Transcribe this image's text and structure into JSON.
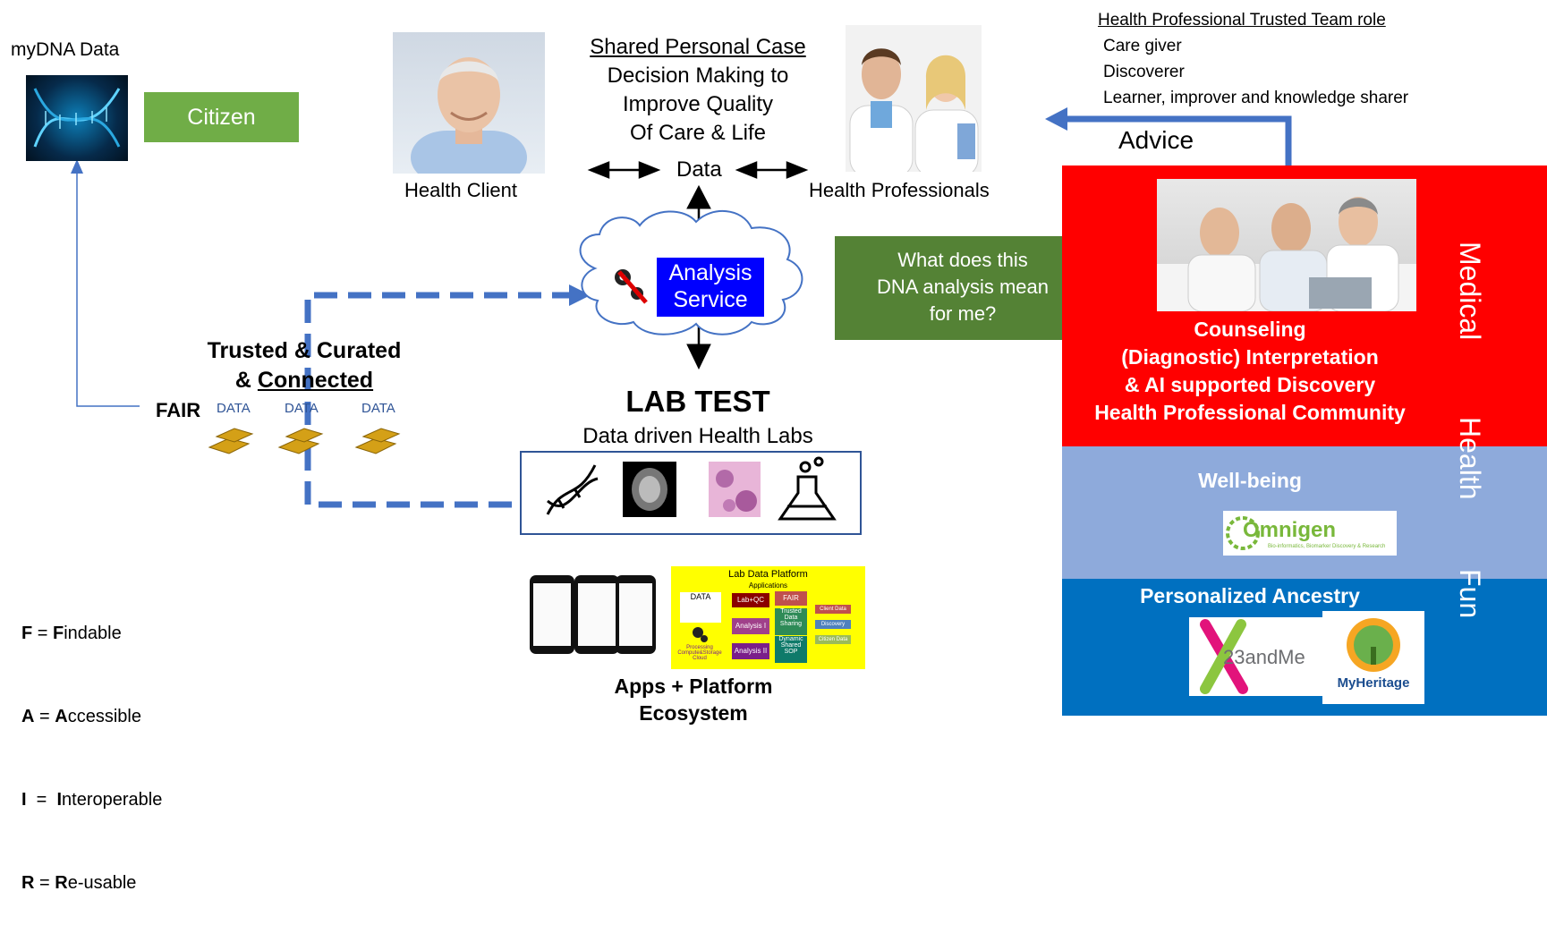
{
  "dna": {
    "label": "myDNA Data",
    "citizen": "Citizen"
  },
  "case": {
    "title": "Shared Personal Case",
    "lines": [
      "Decision Making to",
      "Improve Quality",
      "Of Care & Life"
    ]
  },
  "client_label": "Health Client",
  "professionals_label": "Health Professionals",
  "data_label": "Data",
  "team": {
    "title": "Health Professional Trusted Team role",
    "roles": [
      "Care giver",
      "Discoverer",
      "Learner, improver and knowledge sharer"
    ]
  },
  "advice_label": "Advice",
  "analysis": {
    "line1": "Analysis",
    "line2": "Service"
  },
  "question": [
    "What does this",
    "DNA analysis mean",
    "for me?"
  ],
  "counseling": [
    "Counseling",
    "(Diagnostic) Interpretation",
    "& AI supported Discovery",
    "Health Professional Community"
  ],
  "side_words": [
    "Medical",
    "Health",
    "Fun"
  ],
  "wellbeing": {
    "title": "Well-being",
    "logo": "Omnigen",
    "logo_sub": "Bio-informatics, Biomarker Discovery & Research"
  },
  "ancestry": {
    "title": "Personalized Ancestry",
    "logo1": "23andMe",
    "logo2": "MyHeritage"
  },
  "trusted": {
    "line1": "Trusted & Curated",
    "line2_prefix": "& ",
    "line2_link": "Connected",
    "fair": "FAIR",
    "data_words": [
      "DATA",
      "DATA",
      "DATA"
    ]
  },
  "lab": {
    "title": "LAB TEST",
    "subtitle": "Data driven Health Labs"
  },
  "fair_legend": [
    {
      "letter": "F",
      "eq": " = ",
      "first": "F",
      "rest": "indable"
    },
    {
      "letter": "A",
      "eq": " = ",
      "first": "A",
      "rest": "ccessible"
    },
    {
      "letter": "I",
      "eq": "  =  ",
      "first": "I",
      "rest": "nteroperable"
    },
    {
      "letter": "R",
      "eq": " = ",
      "first": "R",
      "rest": "e-usable"
    }
  ],
  "platform": {
    "title": "Lab Data Platform",
    "apps": "Applications",
    "data": "DATA",
    "labqc": "Lab+QC",
    "fair": "FAIR",
    "analysis1": "Analysis I",
    "analysis2": "Analysis II",
    "trusted": "Trusted Data Sharing",
    "dynamic": "Dynamic Shared SOP",
    "client_data": "Client Data",
    "discovery": "Discovery",
    "citizen_data": "Citizen Data",
    "processing": "Processing Compute&Storage Cloud"
  },
  "apps_label": [
    "Apps + Platform",
    "Ecosystem"
  ],
  "colors": {
    "green": "#70ad47",
    "dark_green": "#548235",
    "red": "#ff0000",
    "light_blue": "#8eaadb",
    "blue": "#0070c0",
    "arrow_blue": "#4472c4",
    "analysis_blue": "#0000ff"
  }
}
